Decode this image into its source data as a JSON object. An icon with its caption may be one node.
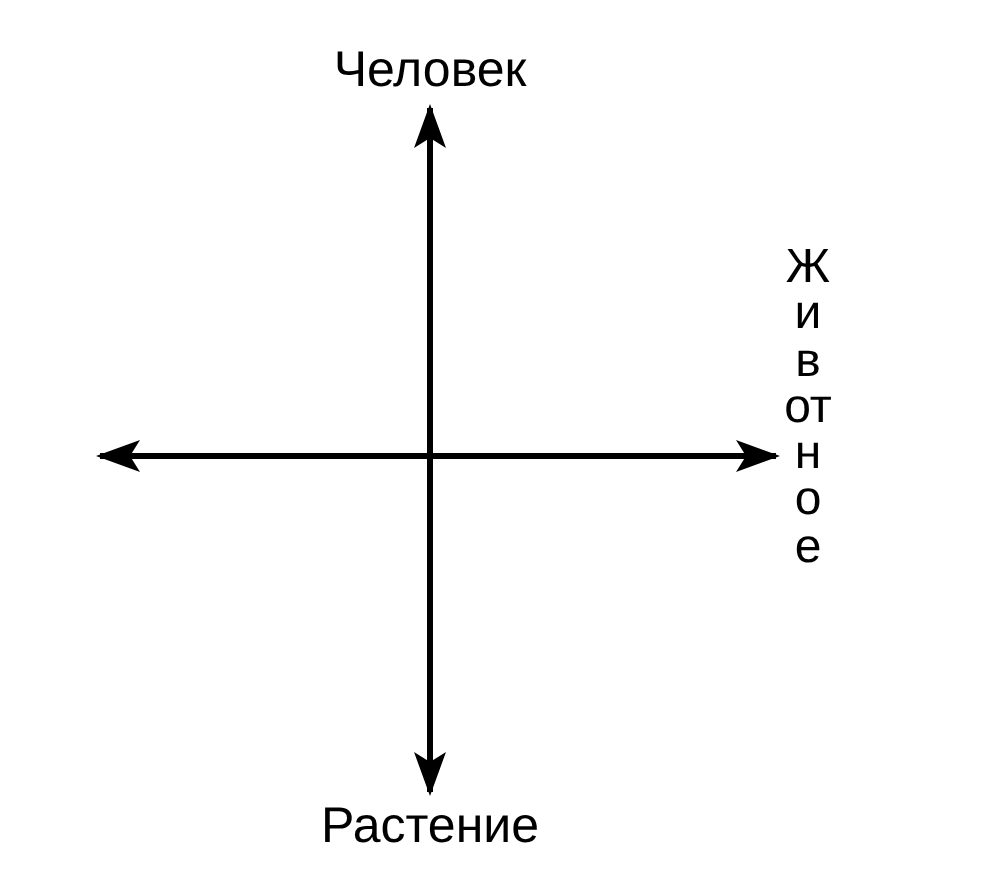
{
  "diagram": {
    "nodes": [
      {
        "text": [
          "Человек"
        ]
      },
      {
        "text": [
          "Растение"
        ]
      },
      {
        "text": [
          "Животное"
        ]
      }
    ],
    "edges": [
      {
        "from": 1,
        "to": 0,
        "arrow": "both"
      },
      {
        "from": null,
        "to": 2,
        "arrow": "both"
      }
    ]
  }
}
